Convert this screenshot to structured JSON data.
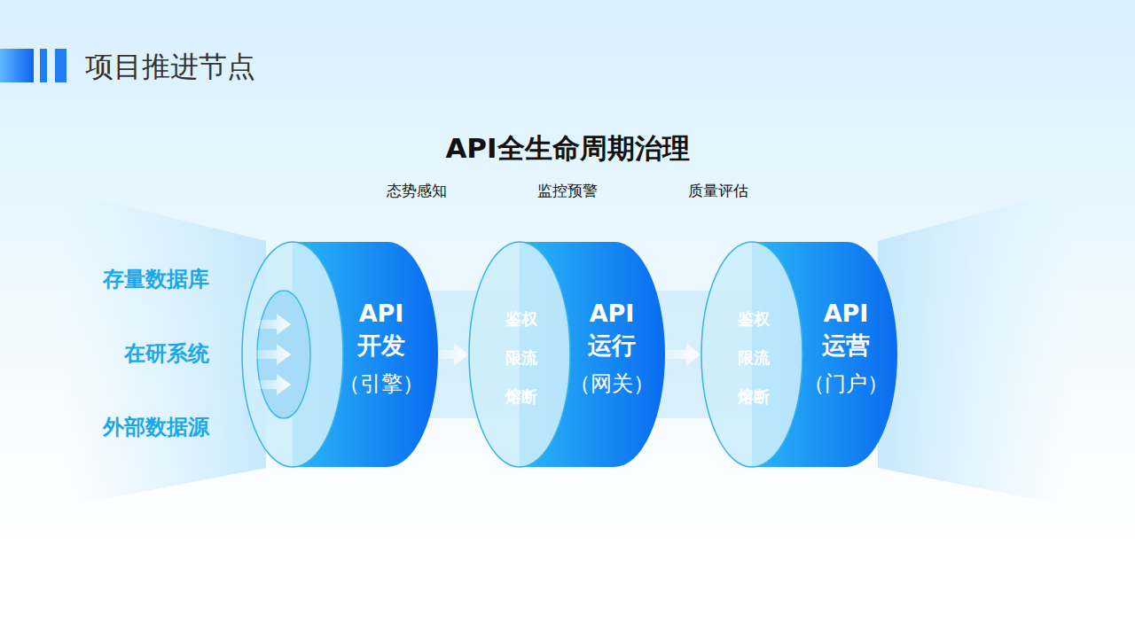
{
  "diagram": {
    "title": "项目推进节点",
    "nodes": [
      {
        "text": [
          "API 开发",
          "（引擎）"
        ]
      },
      {
        "text": [
          "鉴权",
          "限流",
          "熔断",
          "API 运行",
          "（网关）"
        ]
      },
      {
        "text": [
          "鉴权",
          "限流",
          "熔断",
          "API 运营",
          "（门户）"
        ]
      }
    ],
    "edges": [
      {
        "from": 0,
        "to": 1,
        "arrow": "to"
      },
      {
        "from": 1,
        "to": 2,
        "arrow": "to"
      }
    ],
    "labels": [
      "API全生命周期治理",
      "态势感知",
      "监控预警",
      "质量评估",
      "存量数据库",
      "在研系统",
      "外部数据源"
    ]
  }
}
